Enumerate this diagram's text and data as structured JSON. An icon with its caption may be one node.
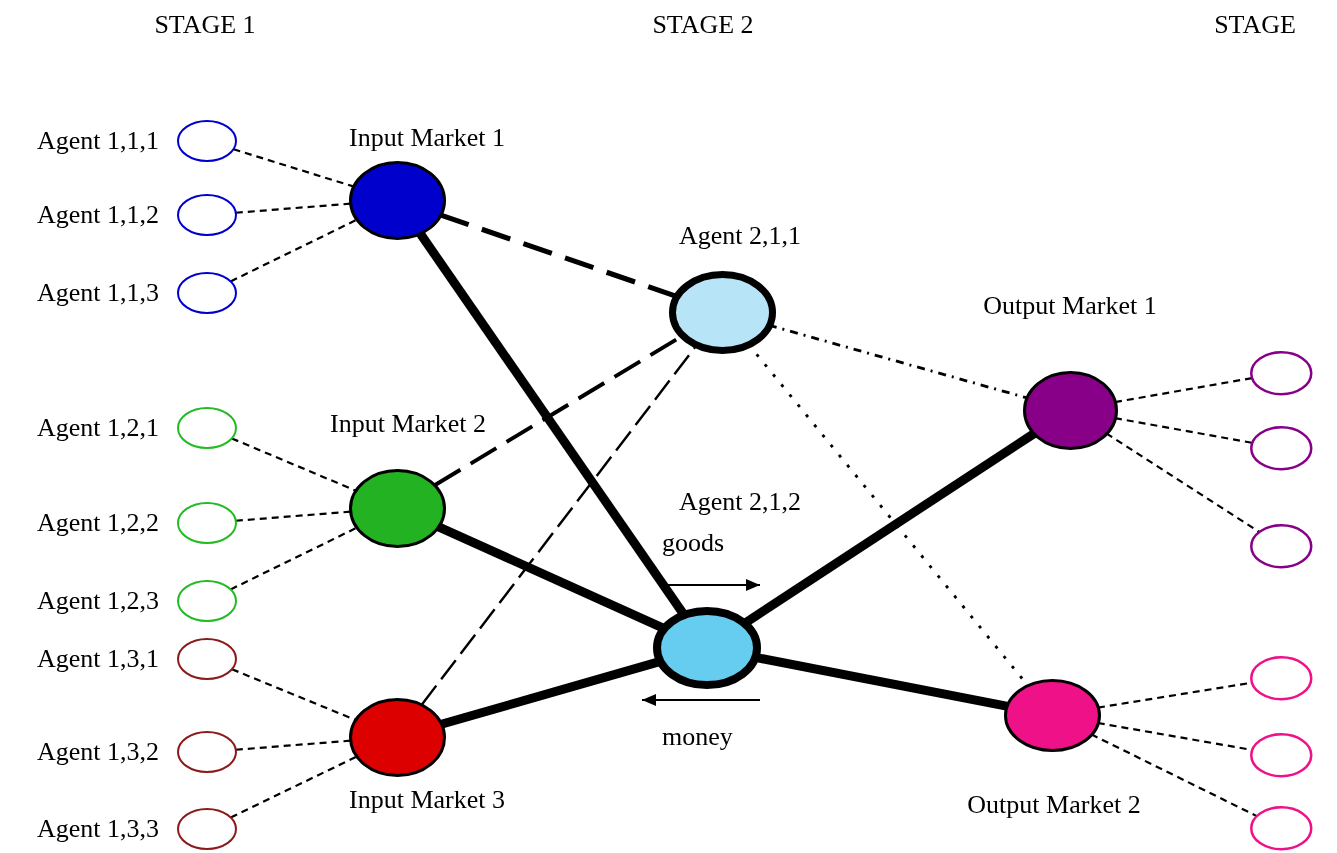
{
  "diagram": {
    "nodes": [
      {
        "text": [
          "Agent 1,1,1"
        ]
      },
      {
        "text": [
          "Agent 1,1,2"
        ]
      },
      {
        "text": [
          "Agent 1,1,3"
        ]
      },
      {
        "text": [
          "Input Market 1"
        ]
      },
      {
        "text": [
          "Agent 1,2,1"
        ]
      },
      {
        "text": [
          "Agent 1,2,2"
        ]
      },
      {
        "text": [
          "Agent 1,2,3"
        ]
      },
      {
        "text": [
          "Input Market 2"
        ]
      },
      {
        "text": [
          "Agent 1,3,1"
        ]
      },
      {
        "text": [
          "Agent 1,3,2"
        ]
      },
      {
        "text": [
          "Agent 1,3,3"
        ]
      },
      {
        "text": [
          "Input Market 3"
        ]
      },
      {
        "text": [
          "Agent 2,1,1"
        ]
      },
      {
        "text": [
          "Agent 2,1,2"
        ]
      },
      {
        "text": [
          "Output Market 1"
        ]
      },
      {
        "text": [
          "Output Market 2"
        ]
      },
      {
        "text": [],
        "shape": "circle"
      },
      {
        "text": [],
        "shape": "circle"
      },
      {
        "text": [],
        "shape": "circle"
      },
      {
        "text": [],
        "shape": "circle"
      },
      {
        "text": [],
        "shape": "circle"
      },
      {
        "text": [],
        "shape": "circle"
      }
    ],
    "edges": [
      {
        "from": 0,
        "to": 3,
        "arrow": "none",
        "style": "dashed"
      },
      {
        "from": 1,
        "to": 3,
        "arrow": "none",
        "style": "dashed"
      },
      {
        "from": 2,
        "to": 3,
        "arrow": "none",
        "style": "dashed"
      },
      {
        "from": 4,
        "to": 7,
        "arrow": "none",
        "style": "dashed"
      },
      {
        "from": 5,
        "to": 7,
        "arrow": "none",
        "style": "dashed"
      },
      {
        "from": 6,
        "to": 7,
        "arrow": "none",
        "style": "dashed"
      },
      {
        "from": 8,
        "to": 11,
        "arrow": "none",
        "style": "dashed"
      },
      {
        "from": 9,
        "to": 11,
        "arrow": "none",
        "style": "dashed"
      },
      {
        "from": 10,
        "to": 11,
        "arrow": "none",
        "style": "dashed"
      },
      {
        "from": 3,
        "to": 12,
        "arrow": "none",
        "style": "dashed"
      },
      {
        "from": 3,
        "to": 13,
        "arrow": "none",
        "style": "thick"
      },
      {
        "from": 7,
        "to": 12,
        "arrow": "none",
        "style": "dashed"
      },
      {
        "from": 7,
        "to": 13,
        "arrow": "none",
        "style": "thick"
      },
      {
        "from": 11,
        "to": 12,
        "arrow": "none",
        "style": "dashed"
      },
      {
        "from": 11,
        "to": 13,
        "arrow": "none",
        "style": "thick"
      },
      {
        "from": 12,
        "to": 14,
        "arrow": "none",
        "style": "dashed"
      },
      {
        "from": 12,
        "to": 15,
        "arrow": "none",
        "style": "dashed"
      },
      {
        "from": 13,
        "to": 14,
        "arrow": "none",
        "style": "thick"
      },
      {
        "from": 13,
        "to": 15,
        "arrow": "none",
        "style": "thick"
      },
      {
        "from": 14,
        "to": 16,
        "arrow": "none",
        "style": "dashed"
      },
      {
        "from": 14,
        "to": 17,
        "arrow": "none",
        "style": "dashed"
      },
      {
        "from": 14,
        "to": 18,
        "arrow": "none",
        "style": "dashed"
      },
      {
        "from": 15,
        "to": 19,
        "arrow": "none",
        "style": "dashed"
      },
      {
        "from": 15,
        "to": 20,
        "arrow": "none",
        "style": "dashed"
      },
      {
        "from": 15,
        "to": 21,
        "arrow": "none",
        "style": "dashed"
      }
    ],
    "labels": [
      "STAGE 1",
      "STAGE 2",
      "STAGE",
      "goods",
      "money"
    ]
  }
}
